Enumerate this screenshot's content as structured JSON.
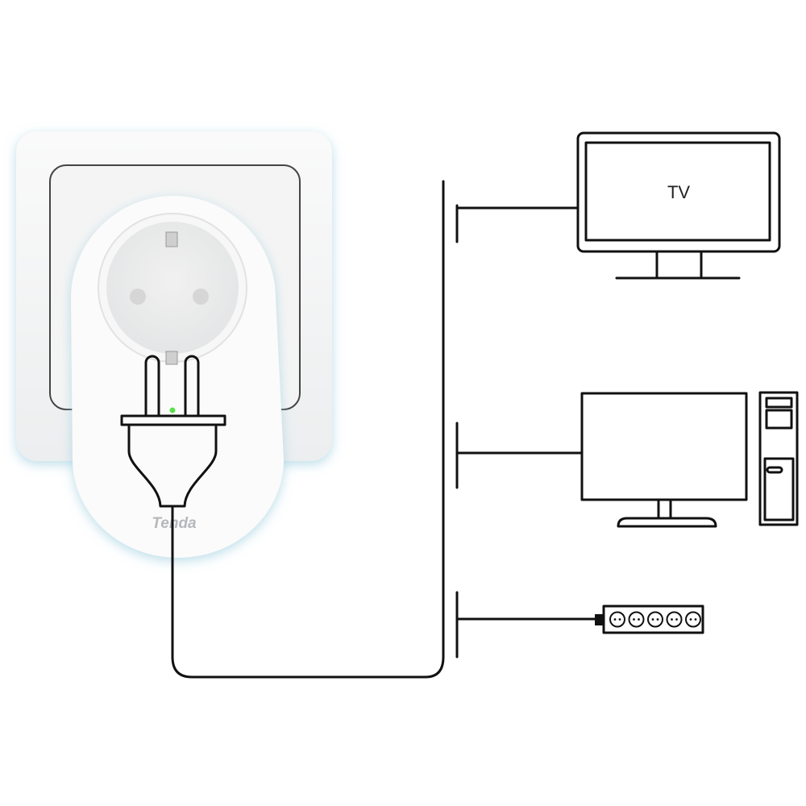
{
  "brand": {
    "logo_text": "Tenda"
  },
  "devices": {
    "tv": {
      "label": "TV"
    },
    "computer": {
      "label": ""
    },
    "power_strip": {
      "outlets": 5
    }
  },
  "colors": {
    "led": "#5ce04a",
    "glow": "#cfe6ee",
    "line": "#111111",
    "logo": "#b5b8bb"
  }
}
